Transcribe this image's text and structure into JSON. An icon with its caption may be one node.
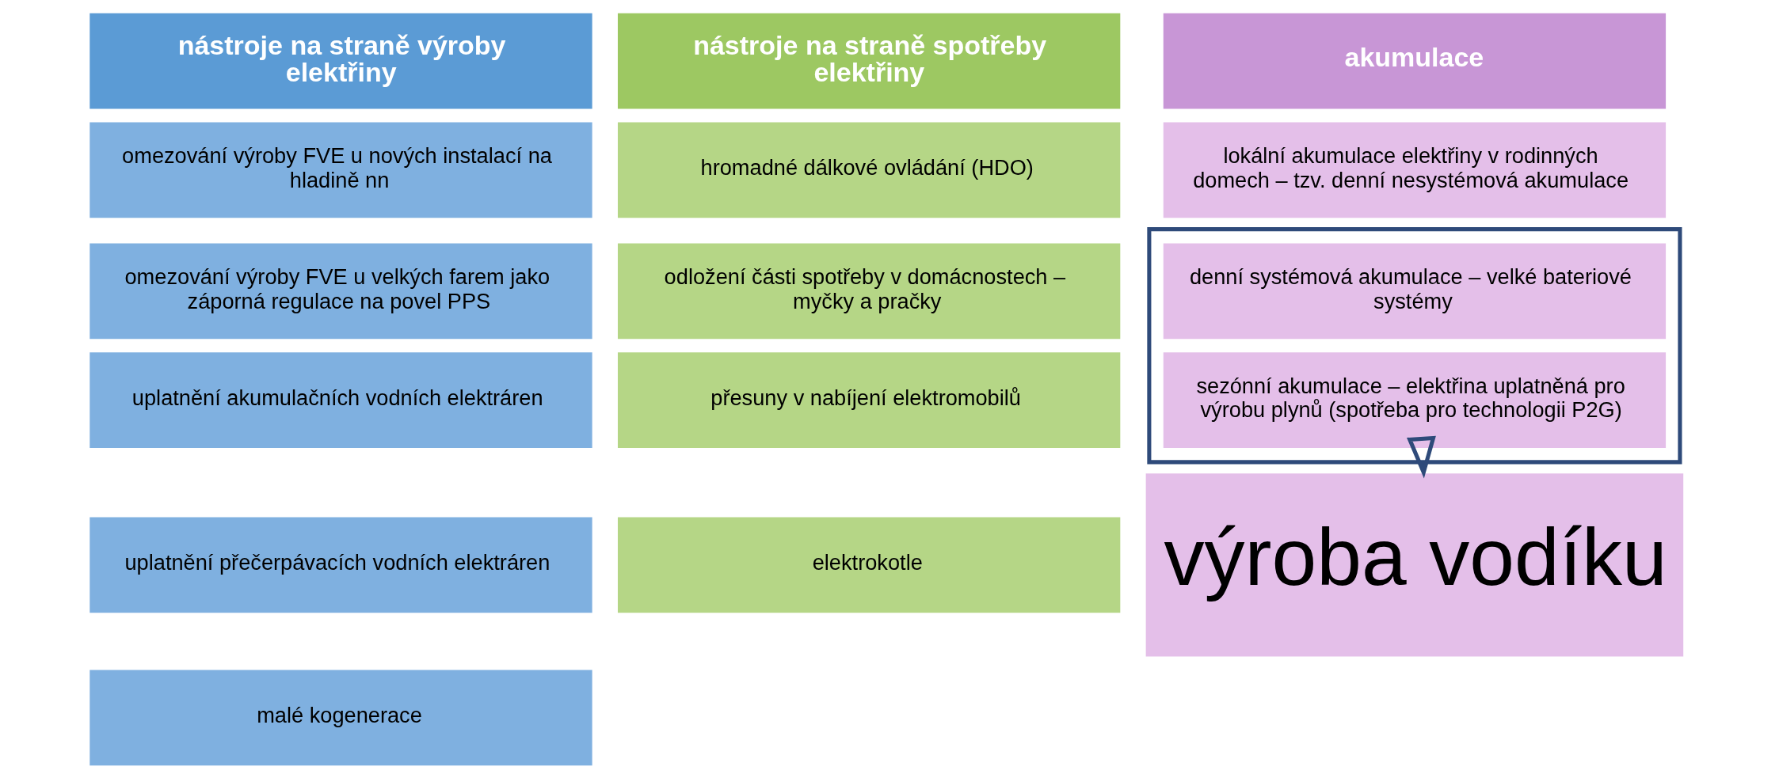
{
  "diagram": {
    "nodes": [
      {
        "text": [
          "nástroje na straně výroby elektřiny"
        ]
      },
      {
        "text": [
          "omezování výroby FVE u nových instalací na hladině nn"
        ]
      },
      {
        "text": [
          "omezování výroby FVE u velkých farem jako záporná regulace na povel PPS"
        ]
      },
      {
        "text": [
          "uplatnění akumulačních vodních elektráren"
        ]
      },
      {
        "text": [
          "uplatnění přečerpávacích vodních elektráren"
        ]
      },
      {
        "text": [
          "malé kogenerace"
        ]
      },
      {
        "text": [
          "nástroje na straně spotřeby elektřiny"
        ]
      },
      {
        "text": [
          "hromadné dálkové ovládání (HDO)"
        ]
      },
      {
        "text": [
          "odložení části spotřeby v domácnostech – myčky a pračky"
        ]
      },
      {
        "text": [
          "přesuny v nabíjení elektromobilů"
        ]
      },
      {
        "text": [
          "elektrokotle"
        ]
      },
      {
        "text": [
          "akumulace"
        ]
      },
      {
        "text": [
          "lokální akumulace elektřiny v rodinných domech – tzv. denní nesystémová akumulace"
        ]
      },
      {
        "text": [],
        "shape": "box"
      },
      {
        "text": [
          "denní systémová akumulace – velké bateriové systémy"
        ],
        "in": 13
      },
      {
        "text": [
          "sezónní akumulace – elektřina uplatněná pro výrobu plynů (spotřeba pro technologii P2G)"
        ],
        "in": 13
      },
      {
        "text": [
          "výroba vodíku"
        ]
      }
    ],
    "edges": [
      {
        "from": 13,
        "to": 16,
        "arrow": "to"
      }
    ]
  }
}
